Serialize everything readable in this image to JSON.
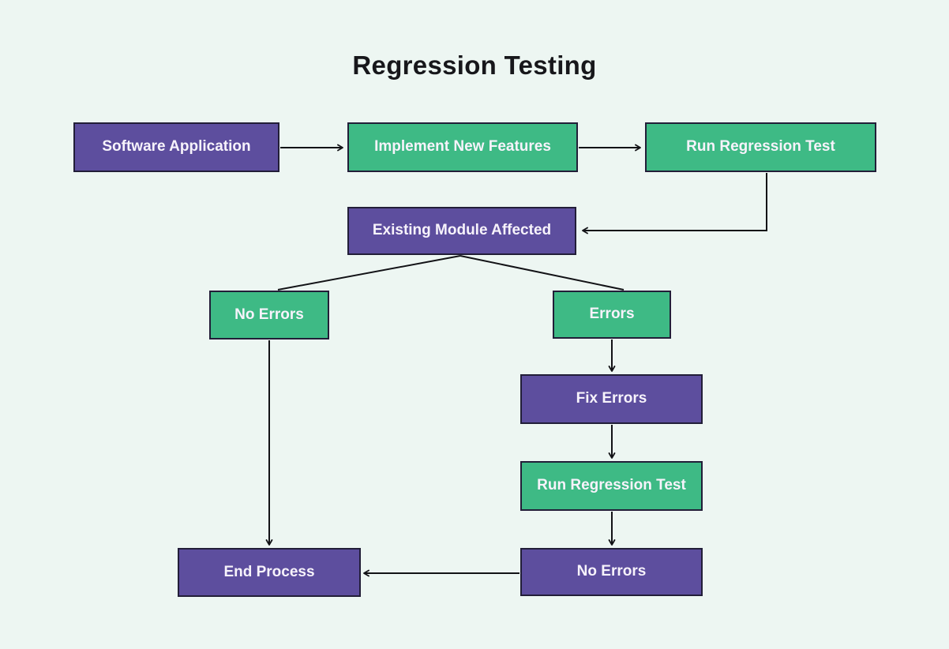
{
  "title": "Regression Testing",
  "theme": {
    "bg": "#edf6f2",
    "purple": "#5d4e9e",
    "green": "#3eba85",
    "border": "#221e38",
    "line": "#121216",
    "node-text": "#f7f3fb",
    "title-color": "#17171b"
  },
  "nodes": {
    "software_application": {
      "label": "Software Application",
      "color": "purple"
    },
    "implement_new_features": {
      "label": "Implement New Features",
      "color": "green"
    },
    "run_regression_test_1": {
      "label": "Run Regression Test",
      "color": "green"
    },
    "existing_module_affected": {
      "label": "Existing Module Affected",
      "color": "purple"
    },
    "no_errors_branch": {
      "label": "No Errors",
      "color": "green"
    },
    "errors_branch": {
      "label": "Errors",
      "color": "green"
    },
    "fix_errors": {
      "label": "Fix Errors",
      "color": "purple"
    },
    "run_regression_test_2": {
      "label": "Run Regression Test",
      "color": "green"
    },
    "no_errors_final": {
      "label": "No Errors",
      "color": "purple"
    },
    "end_process": {
      "label": "End Process",
      "color": "purple"
    }
  },
  "edges": [
    {
      "from": "software_application",
      "to": "implement_new_features",
      "arrowhead": true
    },
    {
      "from": "implement_new_features",
      "to": "run_regression_test_1",
      "arrowhead": true
    },
    {
      "from": "run_regression_test_1",
      "to": "existing_module_affected",
      "arrowhead": true
    },
    {
      "from": "existing_module_affected",
      "to": "no_errors_branch",
      "arrowhead": false
    },
    {
      "from": "existing_module_affected",
      "to": "errors_branch",
      "arrowhead": false
    },
    {
      "from": "errors_branch",
      "to": "fix_errors",
      "arrowhead": true
    },
    {
      "from": "fix_errors",
      "to": "run_regression_test_2",
      "arrowhead": true
    },
    {
      "from": "run_regression_test_2",
      "to": "no_errors_final",
      "arrowhead": true
    },
    {
      "from": "no_errors_branch",
      "to": "end_process",
      "arrowhead": true
    },
    {
      "from": "no_errors_final",
      "to": "end_process",
      "arrowhead": true
    }
  ]
}
